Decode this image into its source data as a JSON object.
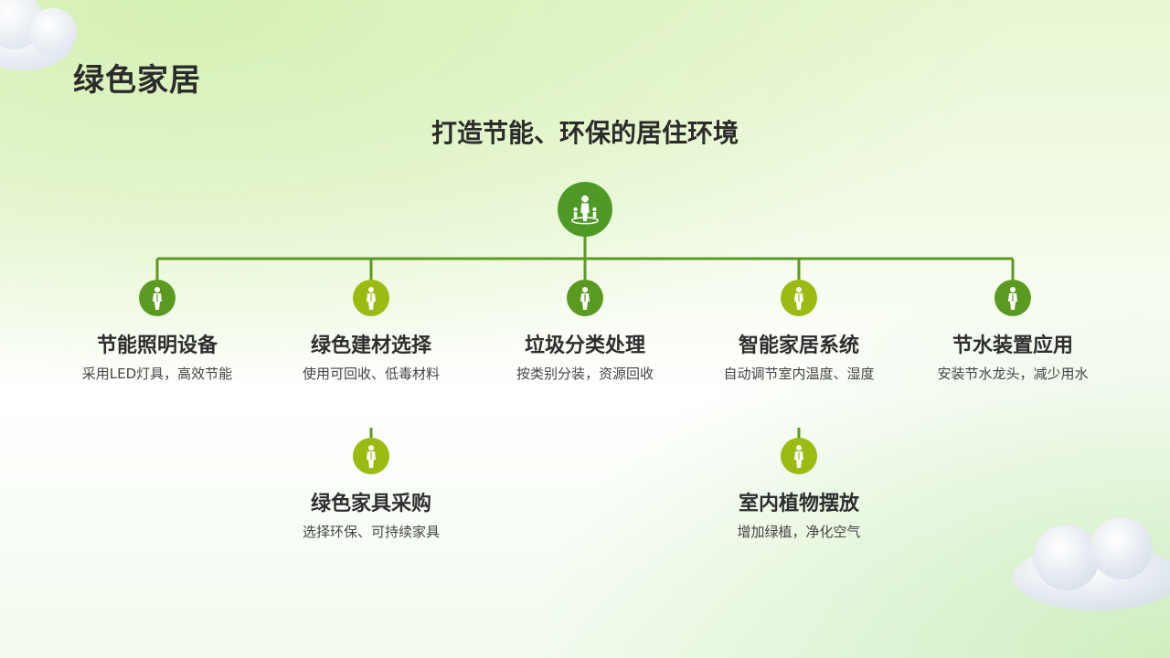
{
  "title": "绿色家居",
  "subtitle": "打造节能、环保的居住环境",
  "colors": {
    "line": "#5b9a21",
    "root": "#4f9a26",
    "icon_dark": "#5b9a21",
    "icon_lime": "#9bbb12"
  },
  "root": {
    "icon": "presenter-icon"
  },
  "items": [
    {
      "label": "节能照明设备",
      "desc": "采用LED灯具，高效节能",
      "icon": "person-icon"
    },
    {
      "label": "绿色建材选择",
      "desc": "使用可回收、低毒材料",
      "icon": "person-icon"
    },
    {
      "label": "垃圾分类处理",
      "desc": "按类别分装，资源回收",
      "icon": "person-icon"
    },
    {
      "label": "智能家居系统",
      "desc": "自动调节室内温度、湿度",
      "icon": "person-icon"
    },
    {
      "label": "节水装置应用",
      "desc": "安装节水龙头，减少用水",
      "icon": "person-icon"
    },
    {
      "label": "绿色家具采购",
      "desc": "选择环保、可持续家具",
      "icon": "person-icon"
    },
    {
      "label": "室内植物摆放",
      "desc": "增加绿植，净化空气",
      "icon": "person-icon"
    }
  ]
}
